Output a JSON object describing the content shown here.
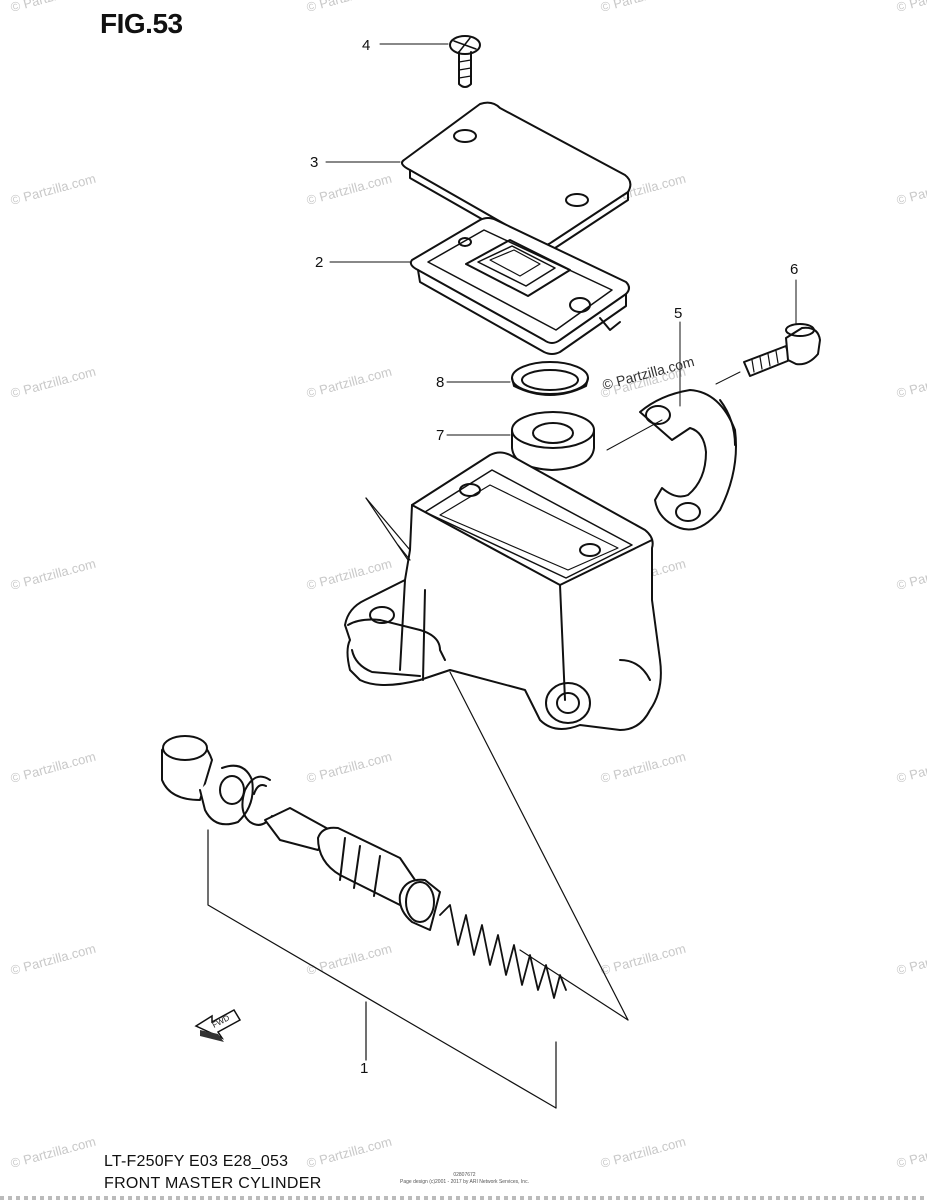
{
  "figure": {
    "title": "FIG.53"
  },
  "watermark": {
    "text": "© Partzilla.com"
  },
  "parts": [
    {
      "id": "4",
      "label": "4"
    },
    {
      "id": "3",
      "label": "3"
    },
    {
      "id": "2",
      "label": "2"
    },
    {
      "id": "6",
      "label": "6"
    },
    {
      "id": "5",
      "label": "5"
    },
    {
      "id": "8",
      "label": "8"
    },
    {
      "id": "7",
      "label": "7"
    },
    {
      "id": "1",
      "label": "1"
    }
  ],
  "fwd_label": "FWD",
  "footer": {
    "model_code": "LT-F250FY E03 E28_053",
    "caption": "FRONT MASTER CYLINDER",
    "small_line_1": "02807672",
    "small_line_2": "Page design (c)2001 - 2017 by ARI Network Services, Inc."
  }
}
